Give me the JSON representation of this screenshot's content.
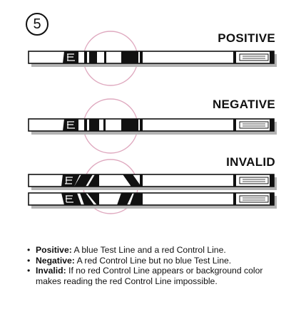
{
  "step": "5",
  "sections": {
    "positive": {
      "title": "POSITIVE"
    },
    "negative": {
      "title": "NEGATIVE"
    },
    "invalid": {
      "title": "INVALID"
    }
  },
  "colors": {
    "ink": "#111111",
    "shadow": "#b3b3b3",
    "highlight_circle": "#dfa9bf"
  },
  "legend": [
    {
      "term": "Positive:",
      "text": " A blue Test Line and a red Control Line."
    },
    {
      "term": "Negative:",
      "text": " A red Control Line but no blue Test Line."
    },
    {
      "term": "Invalid:",
      "text": " If no red Control Line appears or background color makes reading the red Control Line impossible."
    }
  ]
}
